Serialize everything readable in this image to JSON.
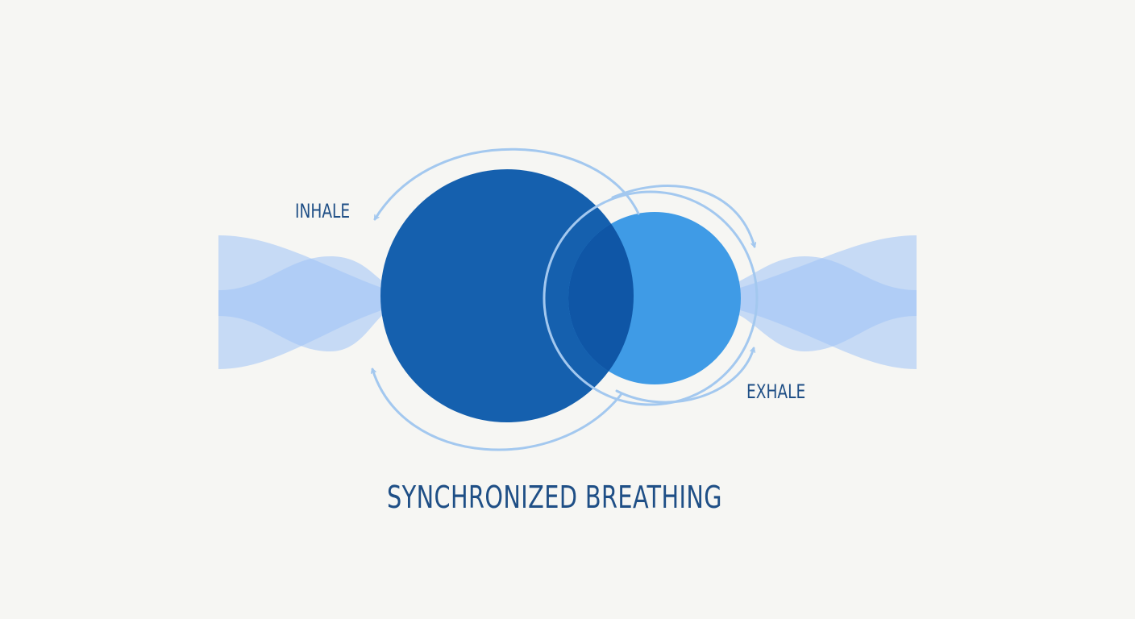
{
  "labels": {
    "inhale": "INHALE",
    "exhale": "EXHALE",
    "title": "SYNCHRONIZED BREATHING"
  },
  "colors": {
    "background": "#f6f6f3",
    "large_circle": "#1560ae",
    "small_circle": "#3f9be6",
    "overlap": "#0f56a6",
    "wave": "#9ec3f5",
    "arrow": "#a3c8ef",
    "text": "#1f4f86"
  }
}
